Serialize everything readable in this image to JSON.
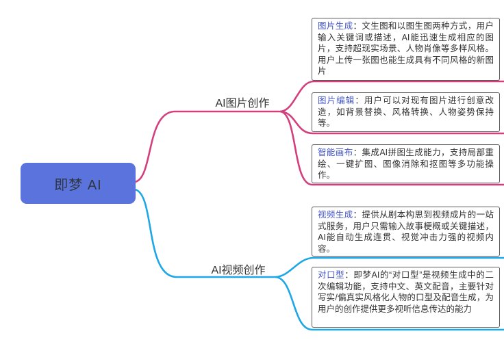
{
  "root": {
    "label": "即梦 AI"
  },
  "branches": [
    {
      "label": "AI图片创作",
      "line_color": "#d33f7d",
      "nodes": [
        {
          "label": "图片生成",
          "text": "：文生图和以图生图两种方式，用户输入关键词或描述，AI能迅速生成相应的图片，支持超现实场景、人物肖像等多样风格。用户上传一张图也能生成具有不同风格的新图片"
        },
        {
          "label": "图片编辑",
          "text": "：用户可以对现有图片进行创意改造，如背景替换、风格转换、人物姿势保持等。"
        },
        {
          "label": "智能画布",
          "text": "：集成AI拼图生成能力，支持局部重绘、一键扩图、图像消除和抠图等多功能操作。"
        }
      ]
    },
    {
      "label": "AI视频创作",
      "line_color": "#1ea7e6",
      "nodes": [
        {
          "label": "视频生成",
          "text": "：提供从剧本构思到视频成片的一站式服务，用户只需输入故事梗概或关键描述，AI能自动生成连贯、视觉冲击力强的视频内容。"
        },
        {
          "label": "对口型",
          "text": "：即梦AI的“对口型”是视频生成中的二次编辑功能，支持中文、英文配音，主要针对写实/偏真实风格化人物的口型及配音生成，为用户的创作提供更多视听信息传达的能力"
        }
      ]
    }
  ],
  "colors": {
    "root_bg": "#5b74dd",
    "root_text": "#2f3640",
    "image_branch_line": "#d33f7d",
    "video_branch_line": "#1ea7e6",
    "node_label_text": "#4355c8",
    "node_body_text": "#333333",
    "node_border": "#5a5a5a"
  }
}
